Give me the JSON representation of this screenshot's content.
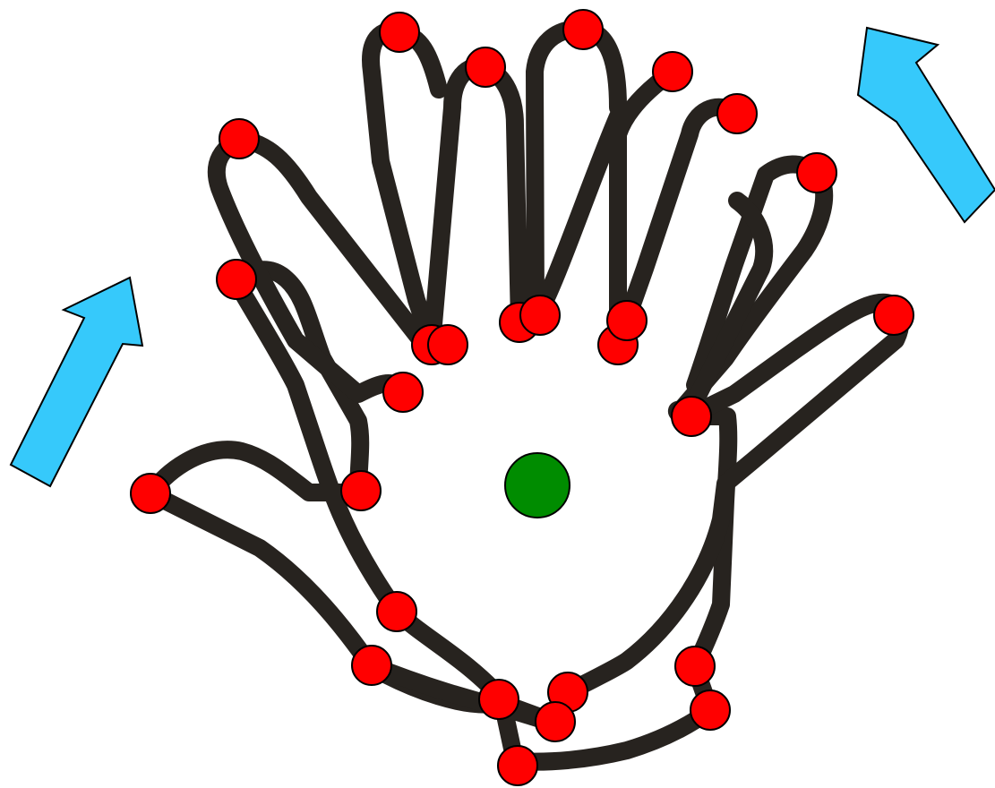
{
  "colors": {
    "background": "#ffffff",
    "outline": "#27231f",
    "keypoint": "#ff0000",
    "keypoint_stroke": "#000000",
    "center": "#008c00",
    "arrow": "#36c9fb",
    "arrow_stroke": "#000000"
  },
  "icons": {
    "left_arrow": "arrow-up-right-icon",
    "right_arrow": "arrow-up-left-icon",
    "keypoint": "keypoint-dot",
    "center": "palm-center-dot"
  },
  "diagram": {
    "hand_count": 2,
    "keypoint_count": 27,
    "center_marker_count": 1,
    "arrow_count": 2
  }
}
